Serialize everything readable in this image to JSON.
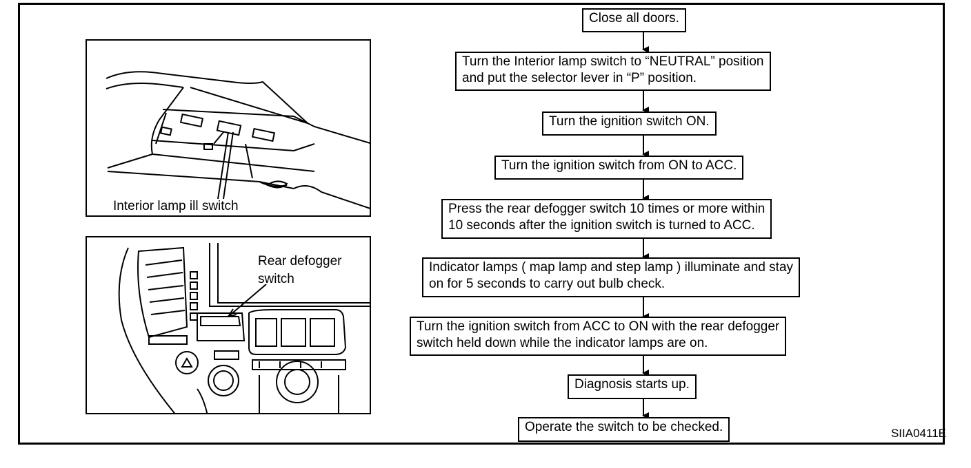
{
  "figure_code": "SIIA0411E",
  "illustrations": {
    "interior_lamp": {
      "callout": "Interior lamp ill switch"
    },
    "rear_defogger": {
      "callout_line1": "Rear defogger",
      "callout_line2": "switch"
    }
  },
  "flow": {
    "steps": [
      "Close all doors.",
      "Turn the Interior lamp switch to “NEUTRAL” position\n  and put the selector lever in “P” position.",
      "Turn the ignition switch ON.",
      "Turn the ignition switch from ON to ACC.",
      "Press the rear defogger switch 10 times or more within\n10 seconds after the ignition switch is turned to ACC.",
      "Indicator lamps ( map lamp and step lamp ) illuminate and stay\n on for 5 seconds to carry out bulb check.",
      "Turn the ignition switch from ACC to ON with the rear defogger\nswitch held down while the indicator lamps are on.",
      "Diagnosis starts up.",
      "Operate the switch to be checked."
    ]
  }
}
